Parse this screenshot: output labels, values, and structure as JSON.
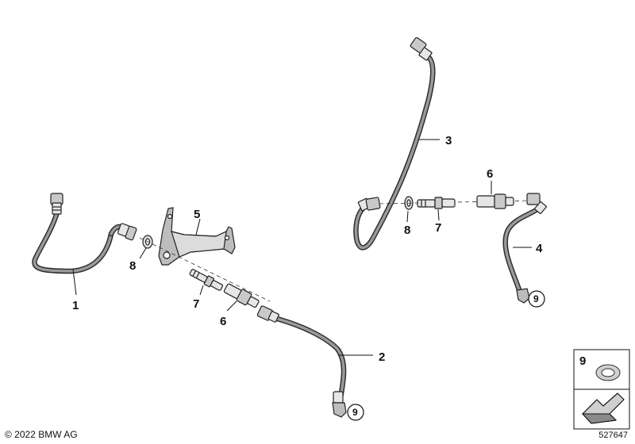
{
  "callouts": {
    "c1": "1",
    "c2": "2",
    "c3": "3",
    "c4": "4",
    "c5": "5",
    "c6_left": "6",
    "c6_right": "6",
    "c7_left": "7",
    "c7_right": "7",
    "c8_left": "8",
    "c8_right": "8",
    "ref9_hose2": "9",
    "ref9_hose4": "9"
  },
  "legend": {
    "item_number": "9"
  },
  "footer": {
    "copyright": "© 2022 BMW AG",
    "drawing_number": "527647"
  }
}
